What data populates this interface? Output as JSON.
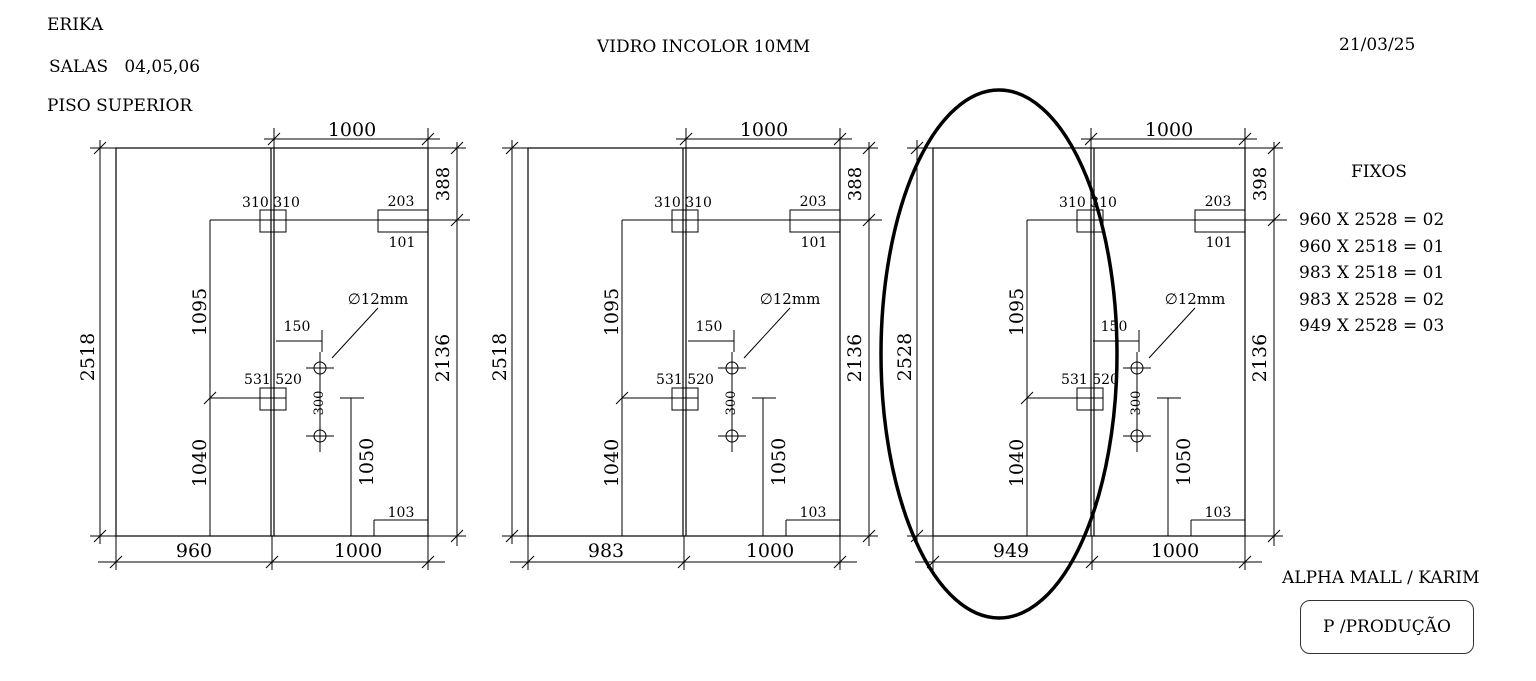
{
  "header": {
    "client": "ERIKA",
    "rooms": "SALAS   04,05,06",
    "floor": "PISO SUPERIOR",
    "material": "VIDRO INCOLOR 10MM",
    "date": "21/03/25"
  },
  "fixos": {
    "title": "FIXOS",
    "items": [
      "960 X 2528 = 02",
      "960 X 2518 = 01",
      "983 X 2518 = 01",
      "983 X 2528 = 02",
      "949 X 2528 = 03"
    ]
  },
  "footer": {
    "project": "ALPHA MALL / KARIM",
    "stamp": "P /PRODUÇÃO"
  },
  "panels": [
    {
      "top_width": "1000",
      "top_height": "388",
      "total_height": "2518",
      "hinge_pair": "310 310",
      "patch_w": "203",
      "patch_h": "101",
      "upper_height": "1095",
      "hole": "∅12mm",
      "offset": "150",
      "lower_pair": "531 520",
      "hole_spacing": "300",
      "right_height": "2136",
      "lower_height": "1040",
      "handle_height": "1050",
      "corner": "103",
      "bottom_left": "960",
      "bottom_right": "1000"
    },
    {
      "top_width": "1000",
      "top_height": "388",
      "total_height": "2518",
      "hinge_pair": "310 310",
      "patch_w": "203",
      "patch_h": "101",
      "upper_height": "1095",
      "hole": "∅12mm",
      "offset": "150",
      "lower_pair": "531 520",
      "hole_spacing": "300",
      "right_height": "2136",
      "lower_height": "1040",
      "handle_height": "1050",
      "corner": "103",
      "bottom_left": "983",
      "bottom_right": "1000"
    },
    {
      "top_width": "1000",
      "top_height": "398",
      "total_height": "2528",
      "hinge_pair": "310 310",
      "patch_w": "203",
      "patch_h": "101",
      "upper_height": "1095",
      "hole": "∅12mm",
      "offset": "150",
      "lower_pair": "531 520",
      "hole_spacing": "300",
      "right_height": "2136",
      "lower_height": "1040",
      "handle_height": "1050",
      "corner": "103",
      "bottom_left": "949",
      "bottom_right": "1000"
    }
  ]
}
